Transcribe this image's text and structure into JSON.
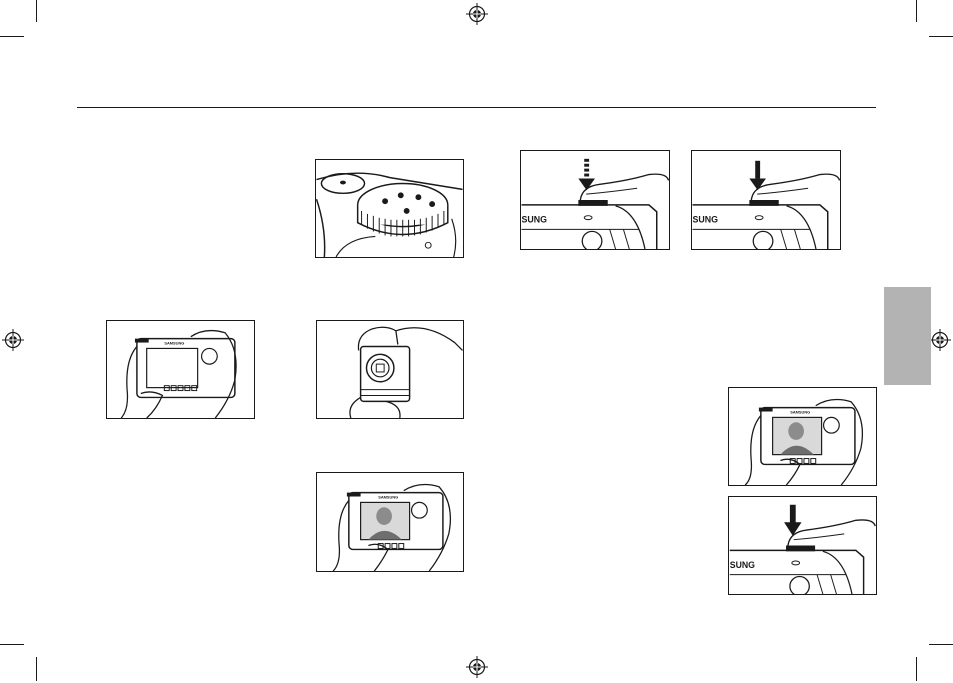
{
  "colors": {
    "ink": "#1a1a1a",
    "tab_gray": "#b3b3b3",
    "background": "#ffffff"
  },
  "figures": {
    "mode_dial": {
      "icon": "mode-dial-closeup"
    },
    "hold_back_1": {
      "brand": "SAMSUNG",
      "icon": "two-hand-grip-back-view"
    },
    "hold_front": {
      "icon": "two-hand-grip-front-view"
    },
    "hold_back_portrait": {
      "brand": "SAMSUNG",
      "icon": "two-hand-grip-with-preview"
    },
    "shutter_half": {
      "brand": "SUNG",
      "icon": "shutter-half-press-dashed-arrow"
    },
    "shutter_full": {
      "brand": "SUNG",
      "icon": "shutter-full-press-solid-arrow"
    },
    "hold_back_portrait_2": {
      "brand": "SAMSUNG",
      "icon": "two-hand-grip-with-preview"
    },
    "shutter_full_2": {
      "brand": "SUNG",
      "icon": "shutter-full-press-solid-arrow"
    }
  }
}
